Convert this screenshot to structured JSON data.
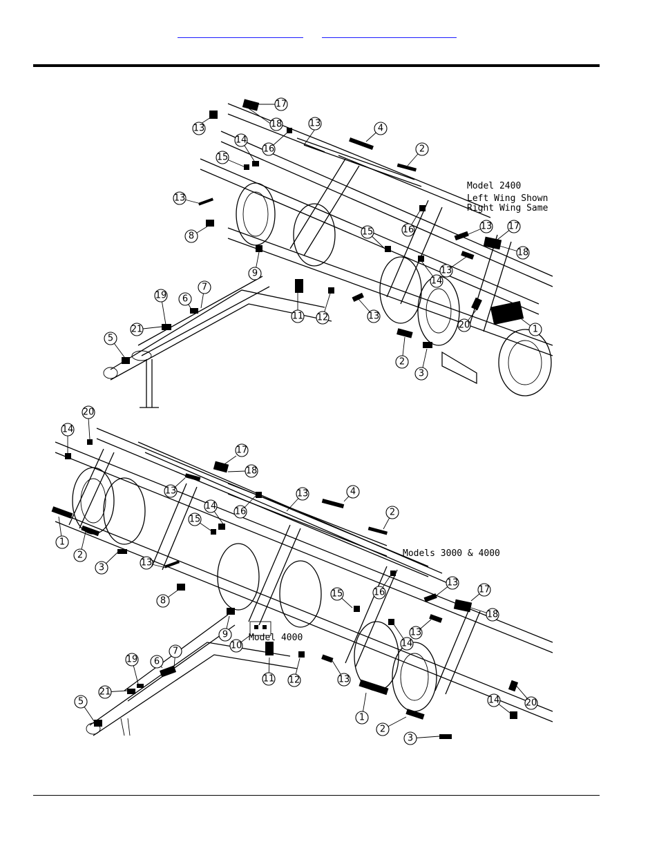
{
  "header": {
    "link_left": "",
    "link_right": ""
  },
  "diagram_top": {
    "notes": [
      "Model 2400",
      "Left Wing Shown",
      "Right Wing Same"
    ],
    "callouts": [
      "17",
      "13",
      "18",
      "13",
      "16",
      "4",
      "14",
      "15",
      "2",
      "13",
      "8",
      "15",
      "16",
      "13",
      "17",
      "18",
      "9",
      "13",
      "14",
      "7",
      "19",
      "6",
      "11",
      "12",
      "13",
      "20",
      "1",
      "21",
      "5",
      "2",
      "3"
    ]
  },
  "diagram_bottom": {
    "notes": [
      "Models 3000 & 4000",
      "Model 4000"
    ],
    "callouts": [
      "20",
      "14",
      "17",
      "18",
      "13",
      "13",
      "4",
      "14",
      "16",
      "2",
      "15",
      "1",
      "2",
      "3",
      "13",
      "13",
      "17",
      "16",
      "15",
      "18",
      "8",
      "13",
      "9",
      "10",
      "14",
      "7",
      "19",
      "11",
      "6",
      "12",
      "13",
      "21",
      "5",
      "1",
      "14",
      "20",
      "2",
      "3"
    ]
  }
}
